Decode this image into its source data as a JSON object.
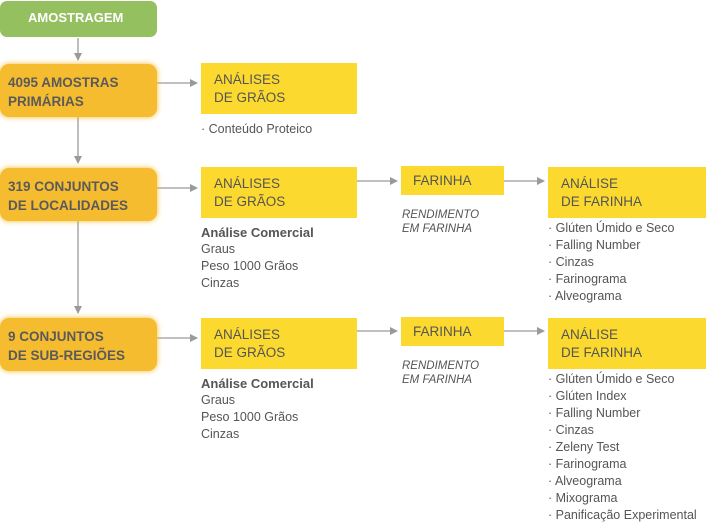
{
  "root": {
    "label": "AMOSTRAGEM"
  },
  "stages": [
    {
      "line1": "4095 AMOSTRAS",
      "line2": "PRIMÁRIAS"
    },
    {
      "line1": "319 CONJUNTOS",
      "line2": "DE LOCALIDADES"
    },
    {
      "line1": "9 CONJUNTOS",
      "line2": "DE SUB-REGIÕES"
    }
  ],
  "row1": {
    "grain_box": {
      "line1": "ANÁLISES",
      "line2": "DE GRÃOS"
    },
    "grain_items": [
      "· Conteúdo Proteico"
    ]
  },
  "row2": {
    "grain_box": {
      "line1": "ANÁLISES",
      "line2": "DE GRÃOS"
    },
    "grain_heading": "Análise Comercial",
    "grain_items": [
      "Graus",
      "Peso 1000 Grãos",
      "Cinzas"
    ],
    "flour_box": "FARINHA",
    "yield": {
      "line1": "RENDIMENTO",
      "line2": "EM FARINHA"
    },
    "flour_analysis_box": {
      "line1": "ANÁLISE",
      "line2": "DE FARINHA"
    },
    "flour_items": [
      "· Glúten Úmido e Seco",
      "· Falling Number",
      "· Cinzas",
      "· Farinograma",
      "· Alveograma"
    ]
  },
  "row3": {
    "grain_box": {
      "line1": "ANÁLISES",
      "line2": "DE GRÃOS"
    },
    "grain_heading": "Análise Comercial",
    "grain_items": [
      "Graus",
      "Peso 1000 Grãos",
      "Cinzas"
    ],
    "flour_box": "FARINHA",
    "yield": {
      "line1": "RENDIMENTO",
      "line2": "EM FARINHA"
    },
    "flour_analysis_box": {
      "line1": "ANÁLISE",
      "line2": "DE FARINHA"
    },
    "flour_items": [
      "· Glúten Úmido e Seco",
      "· Glúten Index",
      "· Falling Number",
      "· Cinzas",
      "· Zeleny Test",
      "· Farinograma",
      "· Alveograma",
      "· Mixograma",
      "· Panificação Experimental"
    ]
  },
  "colors": {
    "root": "#95c060",
    "stage": "#f6bc2f",
    "box": "#fbd92e",
    "line": "#9a9a9a"
  }
}
